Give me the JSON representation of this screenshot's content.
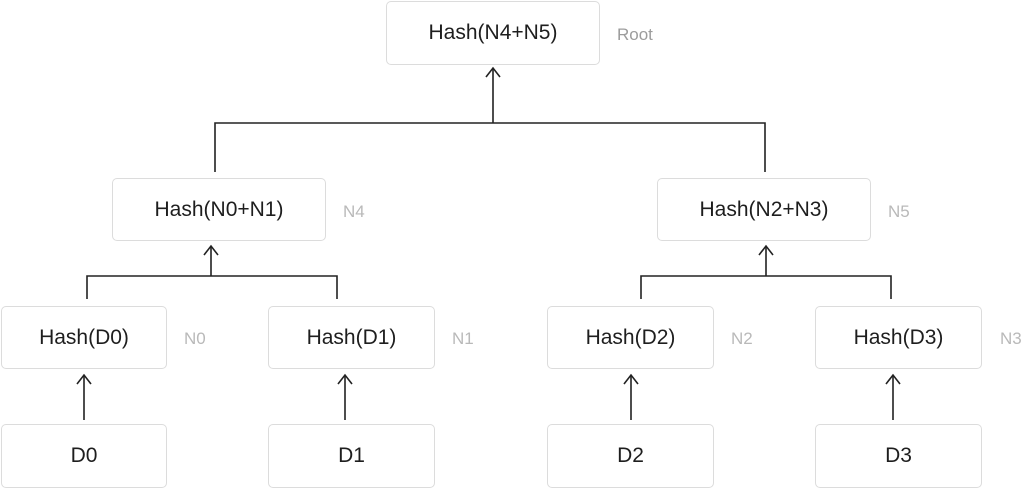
{
  "nodes": {
    "root": {
      "label": "Hash(N4+N5)",
      "tag": "Root"
    },
    "n4": {
      "label": "Hash(N0+N1)",
      "tag": "N4"
    },
    "n5": {
      "label": "Hash(N2+N3)",
      "tag": "N5"
    },
    "n0": {
      "label": "Hash(D0)",
      "tag": "N0"
    },
    "n1": {
      "label": "Hash(D1)",
      "tag": "N1"
    },
    "n2": {
      "label": "Hash(D2)",
      "tag": "N2"
    },
    "n3": {
      "label": "Hash(D3)",
      "tag": "N3"
    },
    "d0": {
      "label": "D0"
    },
    "d1": {
      "label": "D1"
    },
    "d2": {
      "label": "D2"
    },
    "d3": {
      "label": "D3"
    }
  }
}
